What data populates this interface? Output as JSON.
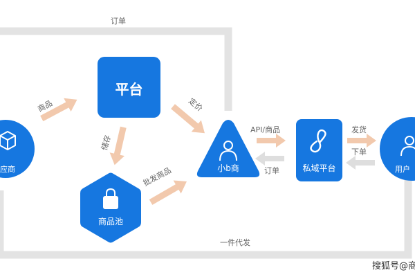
{
  "colors": {
    "primary": "#1677e0",
    "arrow": "#f2c9ad",
    "arrow_gray": "#dedede",
    "loop": "#e3e3e3",
    "label": "#666666"
  },
  "nodes": {
    "supplier": {
      "label": "应商",
      "icon": "box-icon"
    },
    "platform": {
      "label": "平台"
    },
    "product_pool": {
      "label": "商品池",
      "icon": "bag-icon"
    },
    "small_b": {
      "label": "小b商",
      "icon": "person-icon"
    },
    "private_domain": {
      "label": "私域平台",
      "icon": "link-icon"
    },
    "user": {
      "label": "用户",
      "icon": "user-icon"
    }
  },
  "edges": {
    "order_top": "订单",
    "goods": "商品",
    "pricing": "定价",
    "storage": "储存",
    "wholesale_goods": "批发商品",
    "api_goods": "API/商品",
    "order_back": "订单",
    "shipping": "发货",
    "place_order": "下单",
    "dropship": "一件代发"
  },
  "watermark": "搜狐号@商"
}
